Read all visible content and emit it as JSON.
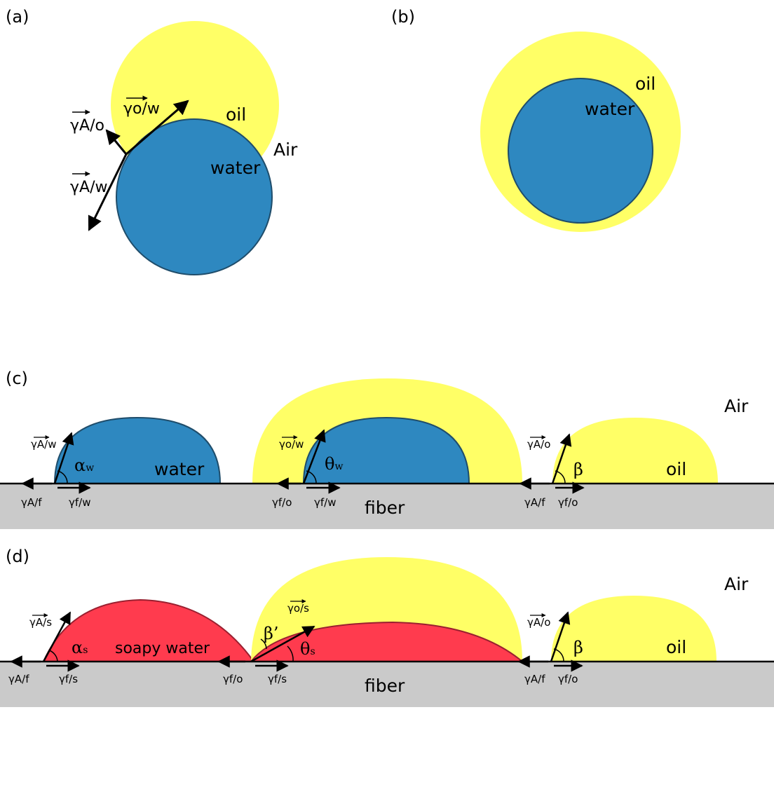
{
  "colors": {
    "oil": "#ffff66",
    "water": "#2e88c0",
    "soapy_water": "#ff3b4e",
    "fiber": "#cacaca",
    "outline": "#1f4d6b",
    "arrow": "#000000"
  },
  "panel_a": {
    "label": "(a)",
    "oil": "oil",
    "water": "water",
    "air": "Air",
    "gamma_ow": "γo/w",
    "gamma_ao": "γA/o",
    "gamma_aw": "γA/w"
  },
  "panel_b": {
    "label": "(b)",
    "oil": "oil",
    "water": "water"
  },
  "panel_c": {
    "label": "(c)",
    "air": "Air",
    "fiber": "fiber",
    "water": "water",
    "oil": "oil",
    "gamma_aw": "γA/w",
    "alpha": "α",
    "alpha_sub": "w",
    "gamma_af_1": "γA/f",
    "gamma_fw_1": "γf/w",
    "gamma_ow": "γo/w",
    "theta": "θ",
    "theta_sub": "w",
    "gamma_fo_1": "γf/o",
    "gamma_fw_2": "γf/w",
    "gamma_ao": "γA/o",
    "beta": "β",
    "gamma_af_2": "γA/f",
    "gamma_fo_2": "γf/o"
  },
  "panel_d": {
    "label": "(d)",
    "air": "Air",
    "fiber": "fiber",
    "soapy_water": "soapy water",
    "oil": "oil",
    "gamma_as": "γA/s",
    "alpha": "α",
    "alpha_sub": "s",
    "gamma_af_1": "γA/f",
    "gamma_fs_1": "γf/s",
    "gamma_fo_1": "γf/o",
    "gamma_os": "γo/s",
    "beta_prime": "β’",
    "theta": "θ",
    "theta_sub": "s",
    "gamma_fs_2": "γf/s",
    "gamma_ao": "γA/o",
    "beta": "β",
    "gamma_af_2": "γA/f",
    "gamma_fo_2": "γf/o"
  }
}
